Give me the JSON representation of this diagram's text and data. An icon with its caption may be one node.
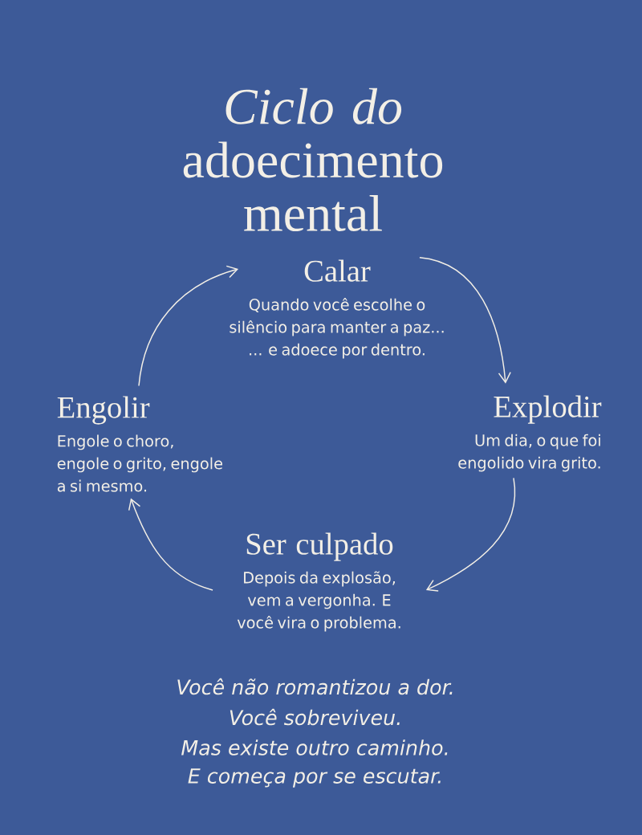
{
  "diagram": {
    "title": "*Ciclo do* adoecimento mental",
    "nodes": [
      {
        "text": [
          "Calar",
          "Quando você escolhe o silêncio para manter a paz... ... e adoece por dentro."
        ]
      },
      {
        "text": [
          "Explodir",
          "Um dia, o que foi engolido vira grito."
        ]
      },
      {
        "text": [
          "Ser culpado",
          "Depois da explosão, vem a vergonha. E você vira o problema."
        ]
      },
      {
        "text": [
          "Engolir",
          "Engole o choro, engole o grito, engole a si mesmo."
        ]
      }
    ],
    "edges": [
      {
        "from": 0,
        "to": 1,
        "arrow": "to"
      },
      {
        "from": 1,
        "to": 2,
        "arrow": "to"
      },
      {
        "from": 2,
        "to": 3,
        "arrow": "to"
      },
      {
        "from": 3,
        "to": 0,
        "arrow": "to"
      }
    ],
    "labels": [
      "Você não romantizou a dor.",
      "Você sobreviveu.",
      "Mas existe outro caminho.",
      "E começa por se escutar."
    ]
  }
}
